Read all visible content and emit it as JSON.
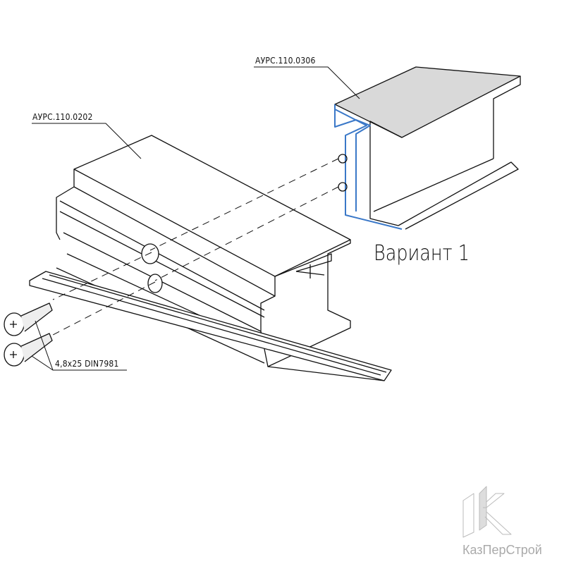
{
  "labels": {
    "part_top": "АУРС.110.0306",
    "part_main": "АУРС.110.0202",
    "screws": "4,8x25 DIN7981",
    "variant": "Вариант 1"
  },
  "watermark": {
    "brand": "КазПерСтрой"
  },
  "colors": {
    "line": "#111111",
    "face": "#d9d9d9",
    "highlight": "#3a78c8",
    "watermark": "#aaaaaa"
  }
}
